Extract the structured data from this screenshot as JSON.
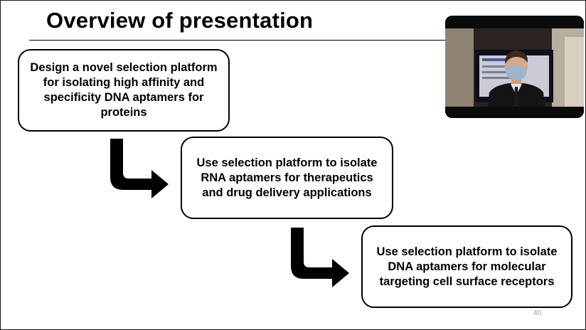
{
  "slide": {
    "title": "Overview of presentation",
    "steps": [
      {
        "text": "Design a novel selection platform for isolating high affinity and specificity DNA aptamers for proteins"
      },
      {
        "text": "Use selection platform to isolate RNA aptamers for therapeutics and drug delivery applications"
      },
      {
        "text": "Use selection platform to isolate DNA aptamers for molecular targeting cell surface receptors"
      }
    ],
    "page_number": "40"
  },
  "icons": {
    "step_arrow": "curved-down-right-arrow-icon"
  },
  "colors": {
    "background": "#ffffff",
    "text": "#000000",
    "box_border": "#000000",
    "arrow": "#000000",
    "page_number": "#9a9a9a"
  }
}
